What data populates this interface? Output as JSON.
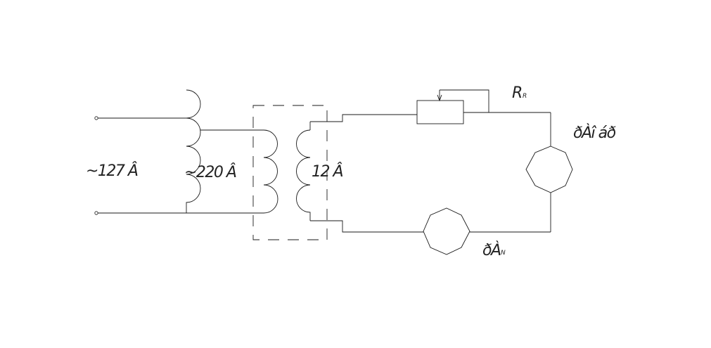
{
  "labels": {
    "primary_voltage": "~127 Â",
    "secondary_voltage": "~220 Â",
    "output_voltage": "12 Â",
    "resistor_main": "R",
    "resistor_sub": "R",
    "ammeter_main": "ðÀî áð",
    "voltmeter_main": "ðÀ",
    "voltmeter_sub": "N"
  }
}
